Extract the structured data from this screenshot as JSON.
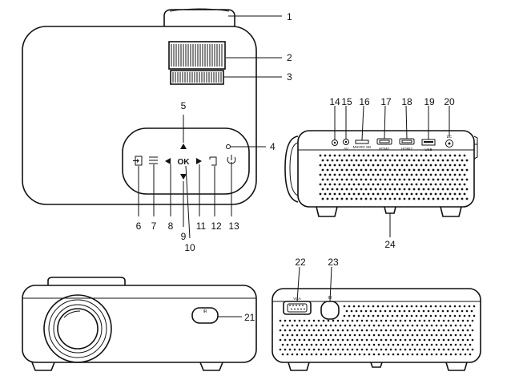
{
  "callouts": [
    {
      "id": "1",
      "label": "1"
    },
    {
      "id": "2",
      "label": "2"
    },
    {
      "id": "3",
      "label": "3"
    },
    {
      "id": "4",
      "label": "4"
    },
    {
      "id": "5",
      "label": "5"
    },
    {
      "id": "6",
      "label": "6"
    },
    {
      "id": "7",
      "label": "7"
    },
    {
      "id": "8",
      "label": "8"
    },
    {
      "id": "9",
      "label": "9"
    },
    {
      "id": "10",
      "label": "10"
    },
    {
      "id": "11",
      "label": "11"
    },
    {
      "id": "12",
      "label": "12"
    },
    {
      "id": "13",
      "label": "13"
    },
    {
      "id": "14",
      "label": "14"
    },
    {
      "id": "15",
      "label": "15"
    },
    {
      "id": "16",
      "label": "16"
    },
    {
      "id": "17",
      "label": "17"
    },
    {
      "id": "18",
      "label": "18"
    },
    {
      "id": "19",
      "label": "19"
    },
    {
      "id": "20",
      "label": "20"
    },
    {
      "id": "21",
      "label": "21"
    },
    {
      "id": "22",
      "label": "22"
    },
    {
      "id": "23",
      "label": "23"
    },
    {
      "id": "24",
      "label": "24"
    }
  ],
  "panel": {
    "ok_label": "OK"
  },
  "ports": {
    "av": "AV",
    "sd": "MICRO SD",
    "hdmi1": "HDMI1",
    "hdmi2": "HDMI2",
    "usb": "USB",
    "dc": "DC"
  },
  "front": {
    "ir": "IR"
  },
  "back": {
    "vga": "VGA",
    "ir": "IR"
  }
}
